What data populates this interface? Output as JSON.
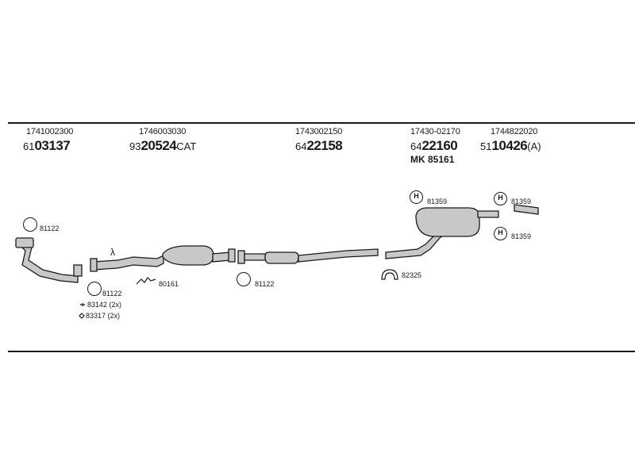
{
  "columns": [
    {
      "part_no": "1741002300",
      "prefix": "61",
      "code": "03137",
      "suffix": ""
    },
    {
      "part_no": "1746003030",
      "prefix": "93",
      "code": "20524",
      "suffix": "CAT"
    },
    {
      "part_no": "1743002150",
      "prefix": "64",
      "code": "22158",
      "suffix": ""
    },
    {
      "part_no": "17430-02170",
      "prefix": "64",
      "code": "22160",
      "suffix": "",
      "extra": "MK  85161"
    },
    {
      "part_no": "1744822020",
      "prefix": "51",
      "code": "10426",
      "suffix": "(A)"
    }
  ],
  "callouts": {
    "ring_front": "81122",
    "lambda": "λ",
    "ring_a": "81122",
    "bolt": "83142 (2x)",
    "nut": "83317 (2x)",
    "bracket_cat": "80161",
    "ring_mid": "81122",
    "clamp": "82325",
    "hanger_1": "81359",
    "hanger_2": "81359",
    "hanger_3": "81359",
    "hanger_marker": "H"
  },
  "colors": {
    "ink": "#1a1a1a",
    "part_fill": "#c8c8c8",
    "background": "#ffffff"
  }
}
